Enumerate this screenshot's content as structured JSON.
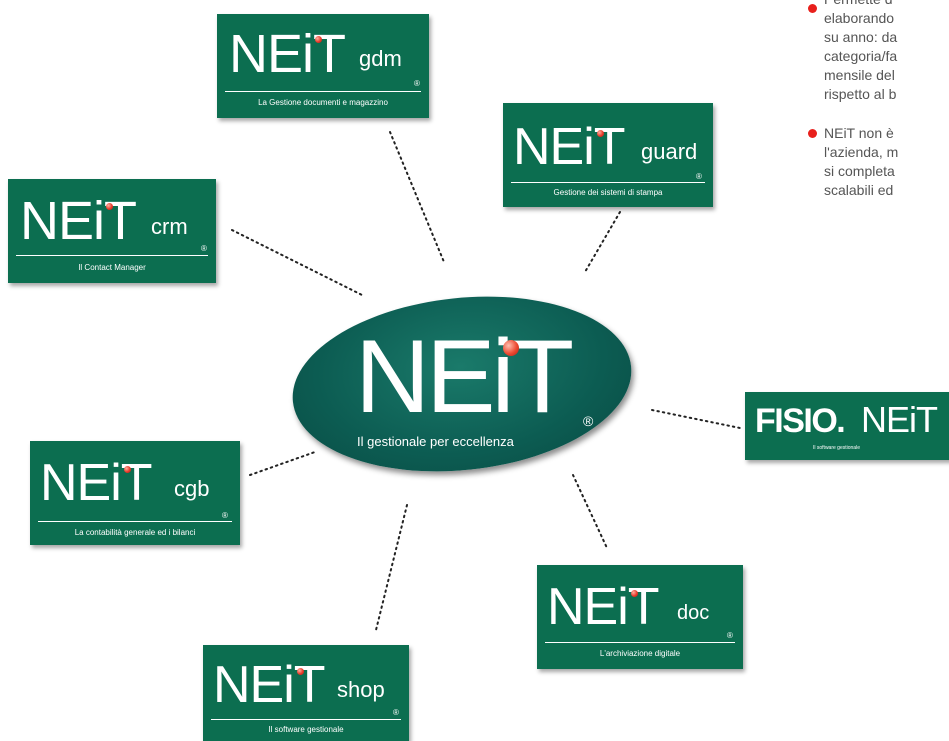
{
  "center": {
    "logo_word": "NEiT",
    "registered": "®",
    "tagline": "Il gestionale per eccellenza"
  },
  "products": {
    "gdm": {
      "word": "NEiT",
      "suffix": "gdm",
      "registered": "®",
      "subtitle": "La Gestione documenti e magazzino"
    },
    "guard": {
      "word": "NEiT",
      "suffix": "guard",
      "registered": "®",
      "subtitle": "Gestione dei sistemi di stampa"
    },
    "crm": {
      "word": "NEiT",
      "suffix": "crm",
      "registered": "®",
      "subtitle": "Il Contact Manager"
    },
    "cgb": {
      "word": "NEiT",
      "suffix": "cgb",
      "registered": "®",
      "subtitle": "La contabilità generale ed i bilanci"
    },
    "doc": {
      "word": "NEiT",
      "suffix": "doc",
      "registered": "®",
      "subtitle": "L'archiviazione digitale"
    },
    "shop": {
      "word": "NEiT",
      "suffix": "shop",
      "registered": "®",
      "subtitle": "Il software gestionale"
    },
    "fisio": {
      "brand": "FISIO.",
      "word": "NEiT",
      "subtitle": "Il software gestionale"
    }
  },
  "bullets": [
    {
      "lines": [
        "Permette d",
        "elaborando",
        "su anno: da",
        "categoria/fa",
        "mensile del",
        "rispetto al b"
      ]
    },
    {
      "lines": [
        "NEiT non è",
        "l'azienda, m",
        "si completa",
        "scalabili ed"
      ]
    }
  ],
  "colors": {
    "box_green": "#0c6e50",
    "ellipse_teal": "#0c5c52",
    "accent_red": "#e8201c",
    "text_gray": "#555555"
  }
}
